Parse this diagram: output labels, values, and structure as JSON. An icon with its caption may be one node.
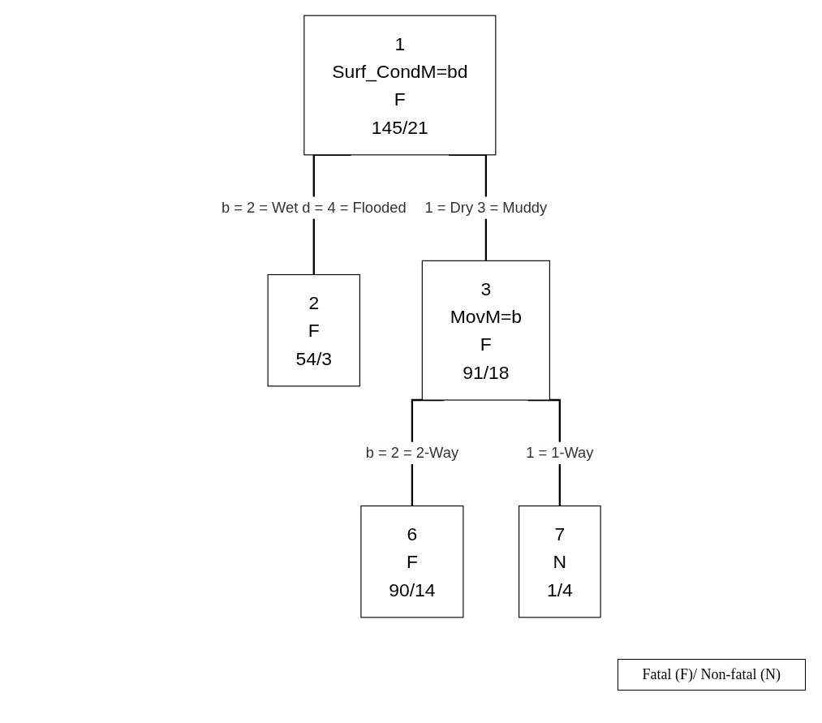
{
  "diagram": {
    "nodes": [
      {
        "text": [
          "1",
          "Surf_CondM=bd",
          "F",
          "145/21"
        ]
      },
      {
        "text": [
          "2",
          "F",
          "54/3"
        ]
      },
      {
        "text": [
          "3",
          "MovM=b",
          "F",
          "91/18"
        ]
      },
      {
        "text": [
          "6",
          "F",
          "90/14"
        ]
      },
      {
        "text": [
          "7",
          "N",
          "1/4"
        ]
      }
    ],
    "edges": [
      {
        "from": 0,
        "to": 1,
        "arrow": "none",
        "label": "b = 2 = Wet d = 4 = Flooded"
      },
      {
        "from": 0,
        "to": 2,
        "arrow": "none",
        "label": "1 = Dry 3 = Muddy"
      },
      {
        "from": 2,
        "to": 3,
        "arrow": "none",
        "label": "b = 2 = 2-Way"
      },
      {
        "from": 2,
        "to": 4,
        "arrow": "none",
        "label": "1 = 1-Way"
      }
    ],
    "labels": [
      "Fatal (F)/ Non-fatal (N)"
    ]
  }
}
